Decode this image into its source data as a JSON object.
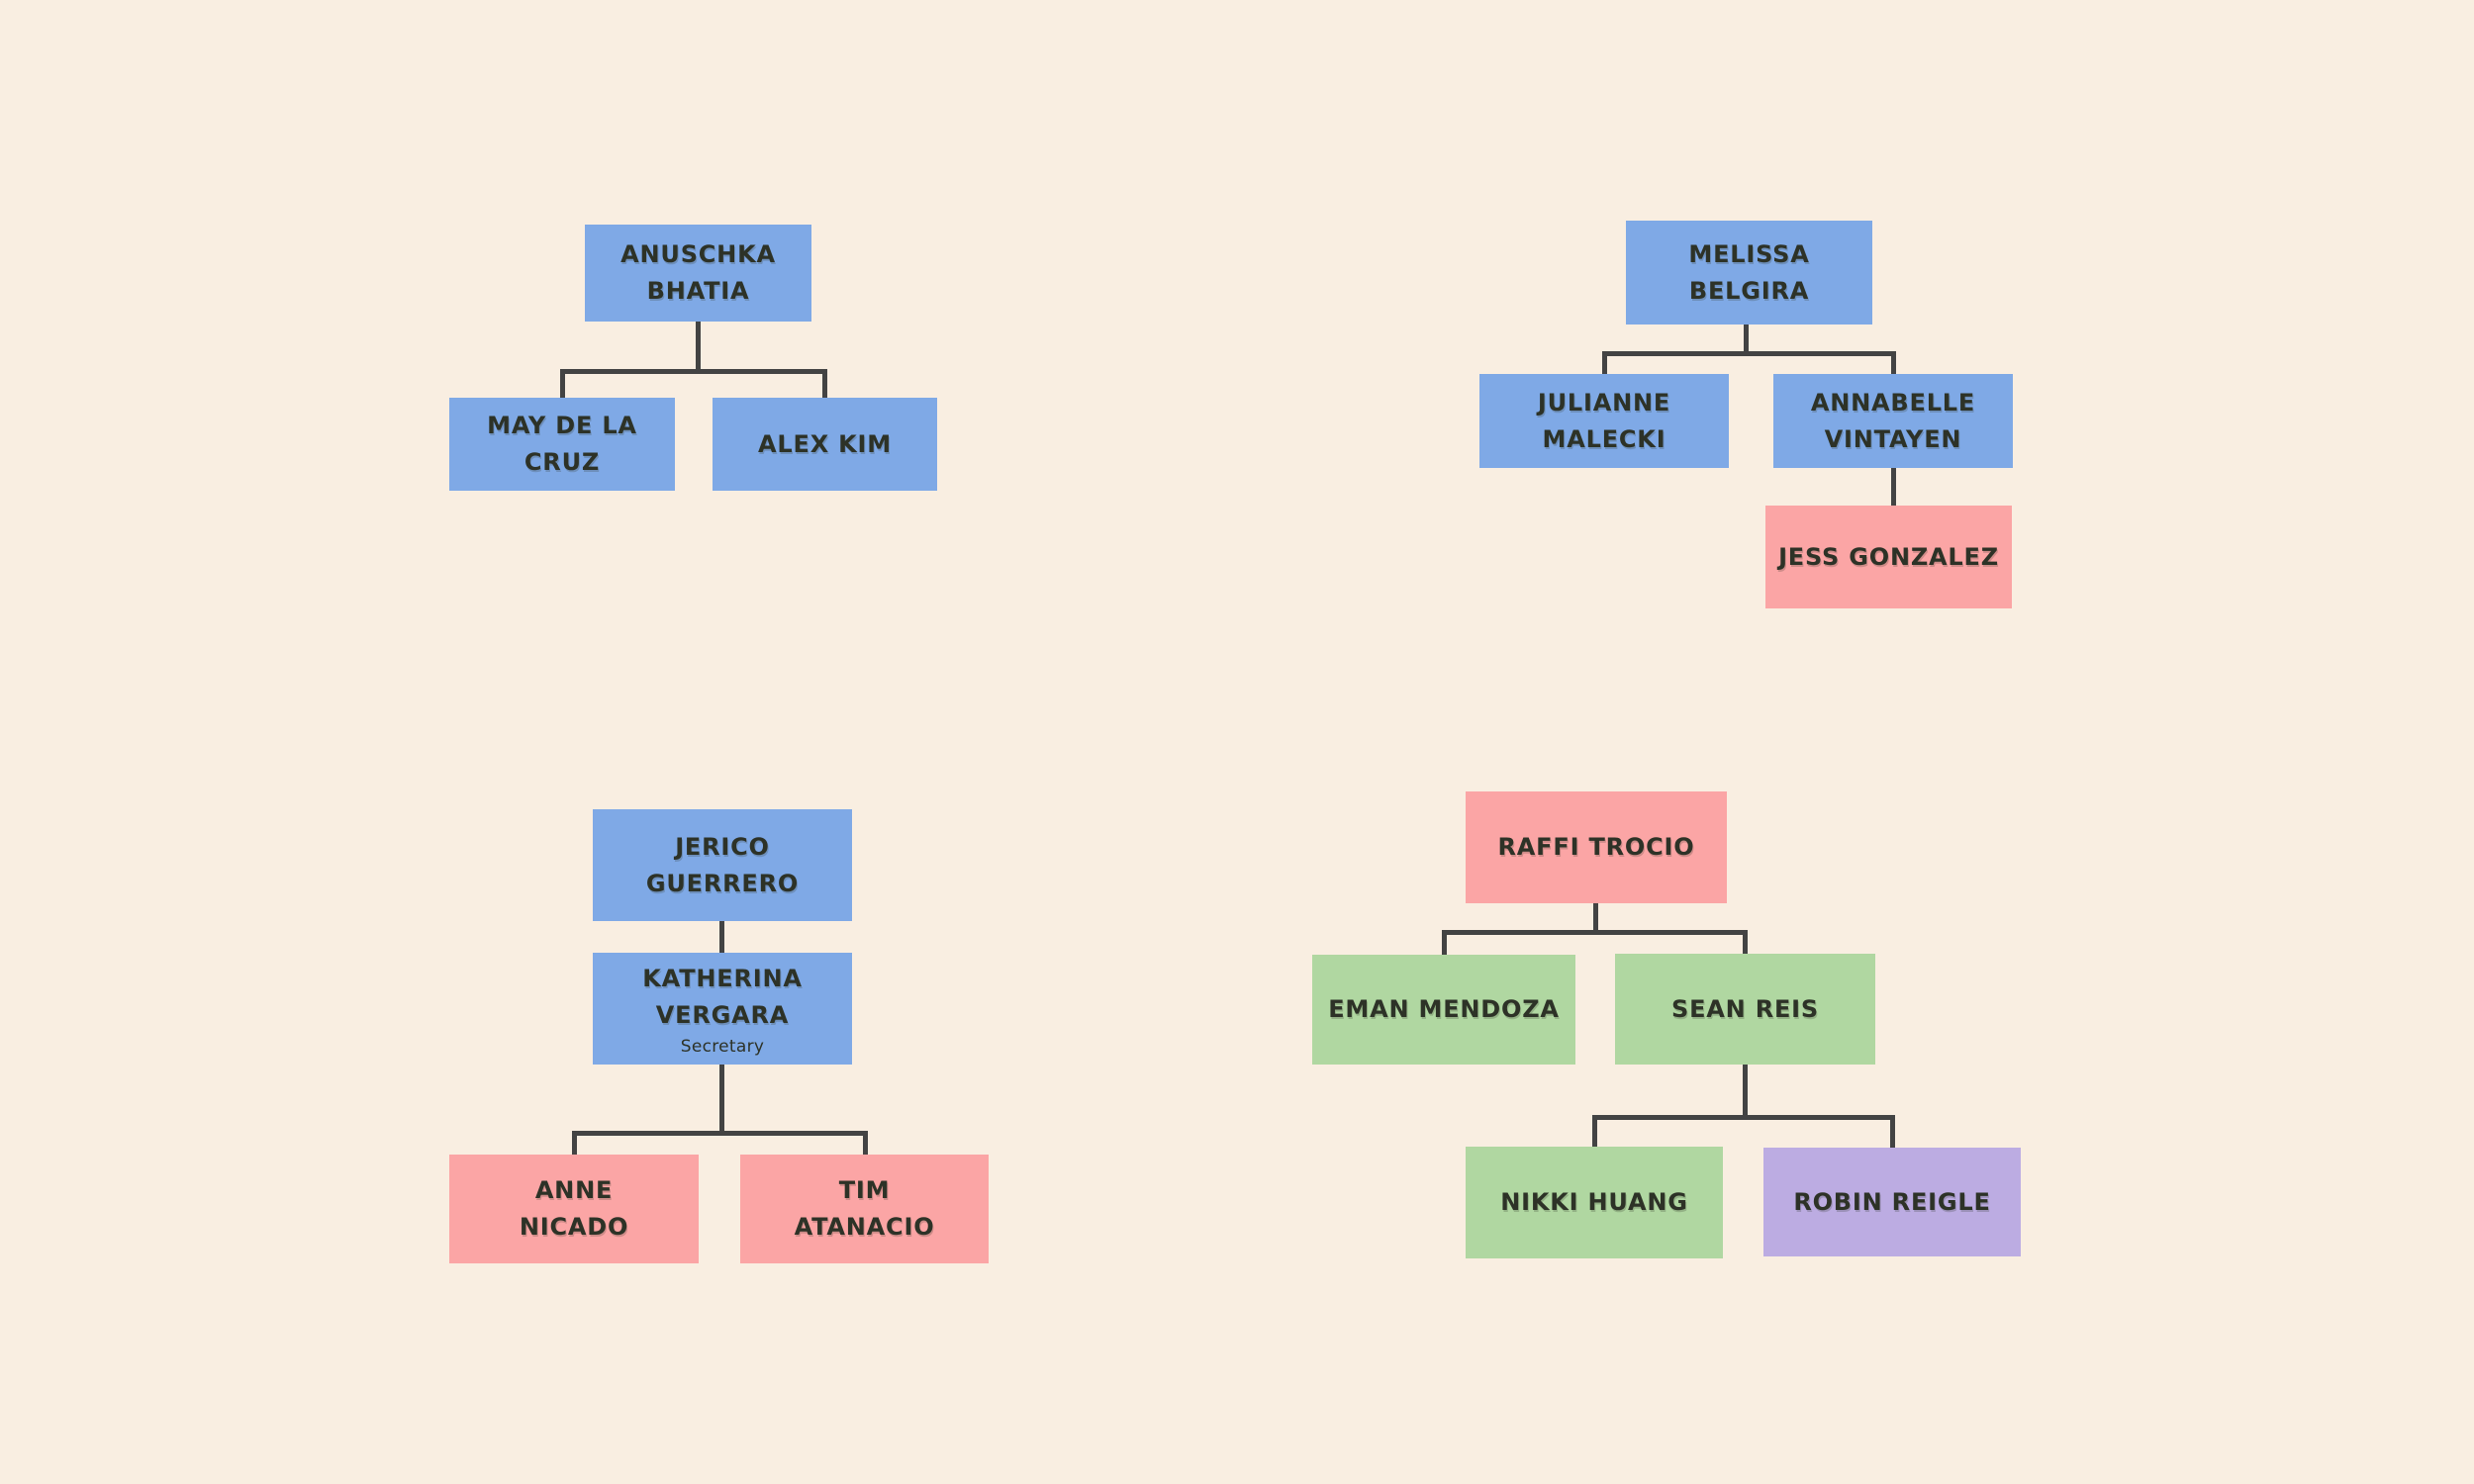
{
  "palette": {
    "background": "#F9EEE1",
    "blue": "#7FA9E6",
    "pink": "#FBA5A5",
    "green": "#B0D7A1",
    "purple": "#BCACE2",
    "connector": "#434343",
    "text": "#2D3227"
  },
  "trees": [
    {
      "id": "tree-1",
      "root": {
        "label": "ANUSCHKA\nBHATIA",
        "color": "blue",
        "children": [
          {
            "label": "MAY DE LA\nCRUZ",
            "color": "blue"
          },
          {
            "label": "ALEX KIM",
            "color": "blue"
          }
        ]
      }
    },
    {
      "id": "tree-2",
      "root": {
        "label": "MELISSA\nBELGIRA",
        "color": "blue",
        "children": [
          {
            "label": "JULIANNE\nMALECKI",
            "color": "blue"
          },
          {
            "label": "ANNABELLE\nVINTAYEN",
            "color": "blue",
            "children": [
              {
                "label": "JESS GONZALEZ",
                "color": "pink"
              }
            ]
          }
        ]
      }
    },
    {
      "id": "tree-3",
      "root": {
        "label": "JERICO\nGUERRERO",
        "color": "blue",
        "children": [
          {
            "label": "KATHERINA\nVERGARA",
            "subtitle": "Secretary",
            "color": "blue",
            "children": [
              {
                "label": "ANNE\nNICADO",
                "color": "pink"
              },
              {
                "label": "TIM\nATANACIO",
                "color": "pink"
              }
            ]
          }
        ]
      }
    },
    {
      "id": "tree-4",
      "root": {
        "label": "RAFFI TROCIO",
        "color": "pink",
        "children": [
          {
            "label": "EMAN MENDOZA",
            "color": "green"
          },
          {
            "label": "SEAN REIS",
            "color": "green",
            "children": [
              {
                "label": "NIKKI HUANG",
                "color": "green"
              },
              {
                "label": "ROBIN REIGLE",
                "color": "purple"
              }
            ]
          }
        ]
      }
    }
  ]
}
